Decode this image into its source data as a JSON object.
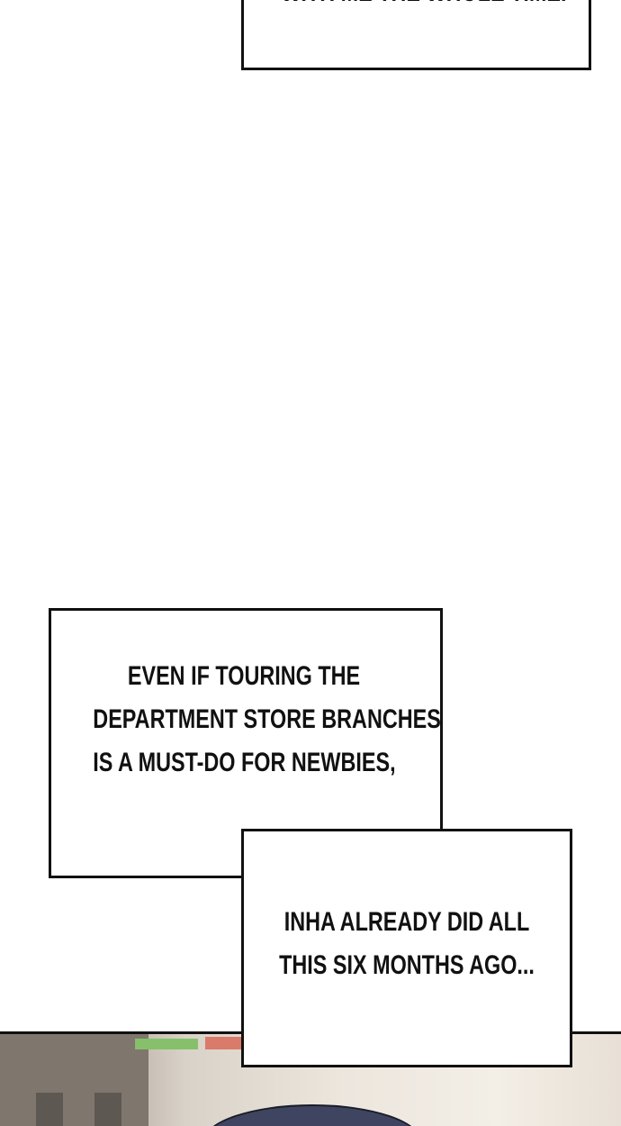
{
  "panels": {
    "top_caption": {
      "text": "WITH ME THE WHOLE TIME."
    },
    "caption_1": {
      "lines": [
        "EVEN IF TOURING THE",
        "DEPARTMENT STORE BRANCHES",
        "IS A MUST-DO FOR NEWBIES,"
      ]
    },
    "caption_2": {
      "lines": [
        "INHA ALREADY DID ALL",
        "THIS SIX MONTHS AGO..."
      ]
    }
  },
  "colors": {
    "background": "#ffffff",
    "border": "#111111",
    "text": "#111111"
  }
}
